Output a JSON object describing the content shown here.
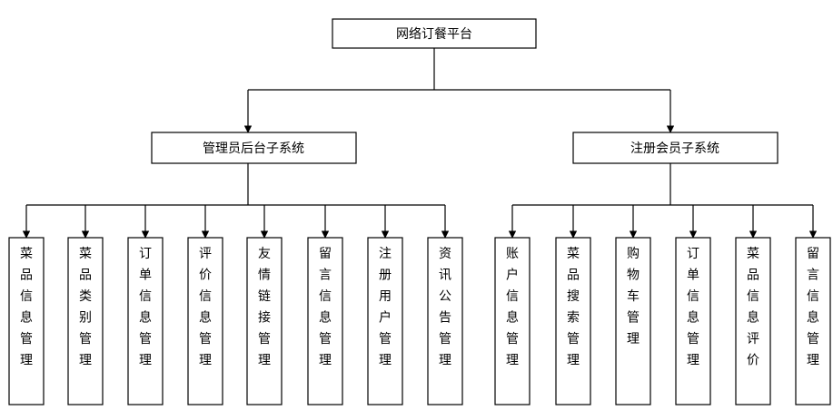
{
  "root": {
    "label": "网络订餐平台"
  },
  "subsystems": [
    {
      "label": "管理员后台子系统",
      "modules": [
        "菜品信息管理",
        "菜品类别管理",
        "订单信息管理",
        "评价信息管理",
        "友情链接管理",
        "留言信息管理",
        "注册用户管理",
        "资讯公告管理"
      ]
    },
    {
      "label": "注册会员子系统",
      "modules": [
        "账户信息管理",
        "菜品搜索管理",
        "购物车管理",
        "订单信息管理",
        "菜品信息评价",
        "留言信息管理"
      ]
    }
  ],
  "colors": {
    "line": "#000000",
    "box_fill": "#ffffff",
    "text": "#000000"
  }
}
